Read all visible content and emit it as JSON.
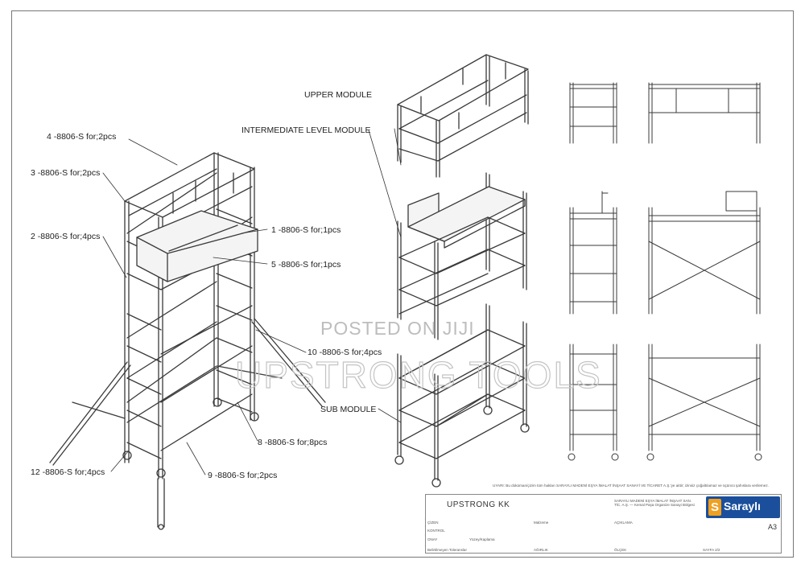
{
  "labels": {
    "l4": "4 -8806-S for;2pcs",
    "l3": "3 -8806-S for;2pcs",
    "l2": "2 -8806-S for;4pcs",
    "l1": "1 -8806-S for;1pcs",
    "l5": "5 -8806-S for;1pcs",
    "l10": "10 -8806-S for;4pcs",
    "l8": "8 -8806-S for;8pcs",
    "l12": "12 -8806-S for;4pcs",
    "l9": "9 -8806-S for;2pcs",
    "upper": "UPPER MODULE",
    "intermediate": "INTERMEDIATE LEVEL MODULE",
    "sub": "SUB MODULE"
  },
  "watermark": {
    "posted": "POSTED ON JIJI",
    "brand": "UPSTRONG TOOLS"
  },
  "title_block": {
    "note": "UYARI: Bu doküman/çizim tüm hakları SARAYLI MADENİ EŞYA İMALAT İNŞAAT SANAYİ VE TİCARET A.Ş.'ye aittir; izinsiz çoğaltılamaz ve üçüncü şahıslara verilemez.",
    "title": "UPSTRONG KK",
    "cells": [
      "ÇİZEN",
      "KONTROL",
      "ONAY",
      "Malzeme",
      "Yüzey/Kaplama",
      "AÇIKLAMA",
      "Belirtilmeyen Toleranslar",
      "AĞIRLIK",
      "ÖLÇEK",
      "SAYFA 2/2"
    ],
    "company": "SARAYLI MADENİ EŞYA İMALAT İNŞAAT SAN. TİC. A.Ş. — Kemal Paşa Organize Sanayi Bölgesi",
    "sheet_size": "A3",
    "logo_text": "Saraylı",
    "logo_mark": "S"
  },
  "colors": {
    "line": "#3a3a3a",
    "accent_logo": "#1b4f9c",
    "logo_mark": "#f0a020",
    "watermark": "#bdbdbd"
  }
}
